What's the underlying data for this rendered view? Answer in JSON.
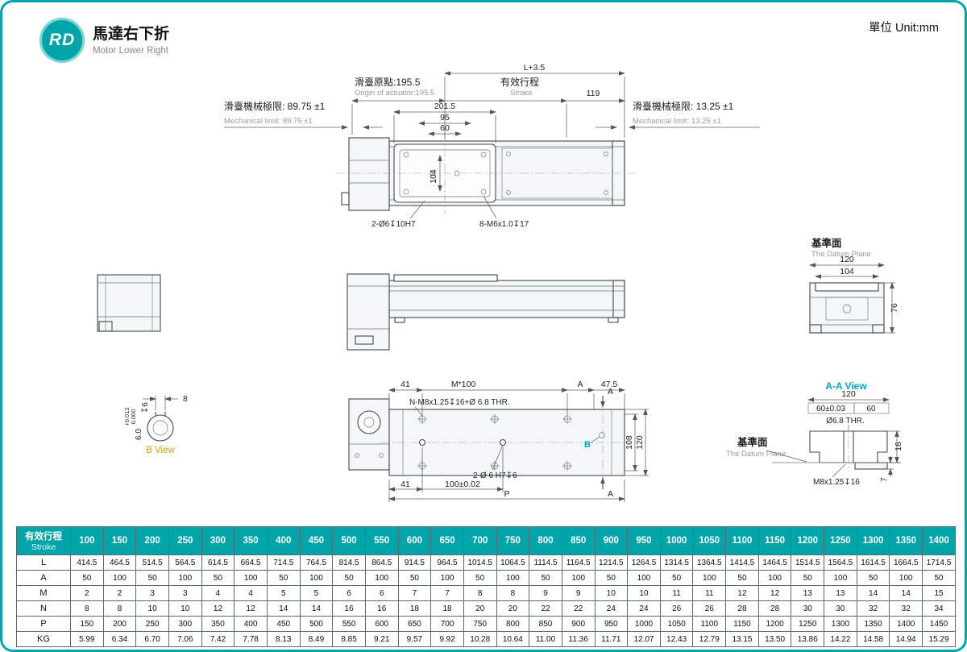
{
  "page": {
    "logo_text": "RD",
    "title_zh": "馬達右下折",
    "title_en": "Motor Lower Right",
    "unit_label": "單位 Unit:mm",
    "accent_color": "#00a5aa",
    "b_view_color": "#e09a00",
    "aa_view_color": "#00a6c9"
  },
  "top_view": {
    "dim_overall": "L+3.5",
    "origin_zh": "滑臺原點:195.5",
    "origin_en": "Origin of actuator:195.5",
    "stroke_zh": "有效行程",
    "stroke_en": "Stroke",
    "dim_119": "119",
    "limit_left_zh": "滑臺機械極限: 89.75 ±1",
    "limit_left_en": "Mechanical limit: 89.75 ±1",
    "limit_right_zh": "滑臺機械極限: 13.25 ±1",
    "limit_right_en": "Mechanical limit: 13.25 ±1",
    "dim_201": "201.5",
    "dim_95": "95",
    "dim_60": "60",
    "dim_104": "104",
    "label_holes_a": "2-Ø6↧10H7",
    "label_holes_b": "8-M6x1.0↧17"
  },
  "datum_view": {
    "title_zh": "基準面",
    "title_en": "The Datum Plane",
    "dim_120": "120",
    "dim_104": "104",
    "dim_76": "76"
  },
  "bottom_view": {
    "dim_41_top": "41",
    "dim_m100": "M*100",
    "dim_a": "A",
    "dim_475": "47.5",
    "label_thread": "N-M8x1.25↧16+Ø 6.8 THR.",
    "marker_a_top": "A",
    "marker_a_bottom": "A",
    "marker_b": "B",
    "dim_108": "108",
    "dim_120": "120",
    "label_pin": "2-Ø 6 H7↧6",
    "dim_41_bottom": "41",
    "dim_100": "100±0.02",
    "dim_p": "P"
  },
  "b_view": {
    "dim_8": "8",
    "tol_upper": "+0.012",
    "tol_lower": "0.000",
    "dim_60": "6.0",
    "dim_depth": "↧6",
    "title": "B View"
  },
  "aa_view": {
    "title": "A-A View",
    "dim_120": "120",
    "dim_60tol": "60±0.03",
    "dim_60": "60",
    "label_hole": "Ø6.8 THR.",
    "datum_zh": "基準面",
    "datum_en": "The Datum Plane",
    "label_thread": "M8x1.25↧16",
    "dim_16": "16",
    "dim_7": "7"
  },
  "table": {
    "header_zh": "有效行程",
    "header_en": "Stroke",
    "strokes": [
      "100",
      "150",
      "200",
      "250",
      "300",
      "350",
      "400",
      "450",
      "500",
      "550",
      "600",
      "650",
      "700",
      "750",
      "800",
      "850",
      "900",
      "950",
      "1000",
      "1050",
      "1100",
      "1150",
      "1200",
      "1250",
      "1300",
      "1350",
      "1400"
    ],
    "rows": [
      {
        "label": "L",
        "values": [
          "414.5",
          "464.5",
          "514.5",
          "564.5",
          "614.5",
          "664.5",
          "714.5",
          "764.5",
          "814.5",
          "864.5",
          "914.5",
          "964.5",
          "1014.5",
          "1064.5",
          "1114.5",
          "1164.5",
          "1214.5",
          "1264.5",
          "1314.5",
          "1364.5",
          "1414.5",
          "1464.5",
          "1514.5",
          "1564.5",
          "1614.5",
          "1664.5",
          "1714.5"
        ]
      },
      {
        "label": "A",
        "values": [
          "50",
          "100",
          "50",
          "100",
          "50",
          "100",
          "50",
          "100",
          "50",
          "100",
          "50",
          "100",
          "50",
          "100",
          "50",
          "100",
          "50",
          "100",
          "50",
          "100",
          "50",
          "100",
          "50",
          "100",
          "50",
          "100",
          "50"
        ]
      },
      {
        "label": "M",
        "values": [
          "2",
          "2",
          "3",
          "3",
          "4",
          "4",
          "5",
          "5",
          "6",
          "6",
          "7",
          "7",
          "8",
          "8",
          "9",
          "9",
          "10",
          "10",
          "11",
          "11",
          "12",
          "12",
          "13",
          "13",
          "14",
          "14",
          "15"
        ]
      },
      {
        "label": "N",
        "values": [
          "8",
          "8",
          "10",
          "10",
          "12",
          "12",
          "14",
          "14",
          "16",
          "16",
          "18",
          "18",
          "20",
          "20",
          "22",
          "22",
          "24",
          "24",
          "26",
          "26",
          "28",
          "28",
          "30",
          "30",
          "32",
          "32",
          "34"
        ]
      },
      {
        "label": "P",
        "values": [
          "150",
          "200",
          "250",
          "300",
          "350",
          "400",
          "450",
          "500",
          "550",
          "600",
          "650",
          "700",
          "750",
          "800",
          "850",
          "900",
          "950",
          "1000",
          "1050",
          "1100",
          "1150",
          "1200",
          "1250",
          "1300",
          "1350",
          "1400",
          "1450"
        ]
      },
      {
        "label": "KG",
        "values": [
          "5.99",
          "6.34",
          "6.70",
          "7.06",
          "7.42",
          "7.78",
          "8.13",
          "8.49",
          "8.85",
          "9.21",
          "9.57",
          "9.92",
          "10.28",
          "10.64",
          "11.00",
          "11.36",
          "11.71",
          "12.07",
          "12.43",
          "12.79",
          "13.15",
          "13.50",
          "13.86",
          "14.22",
          "14.58",
          "14.94",
          "15.29"
        ]
      }
    ]
  }
}
